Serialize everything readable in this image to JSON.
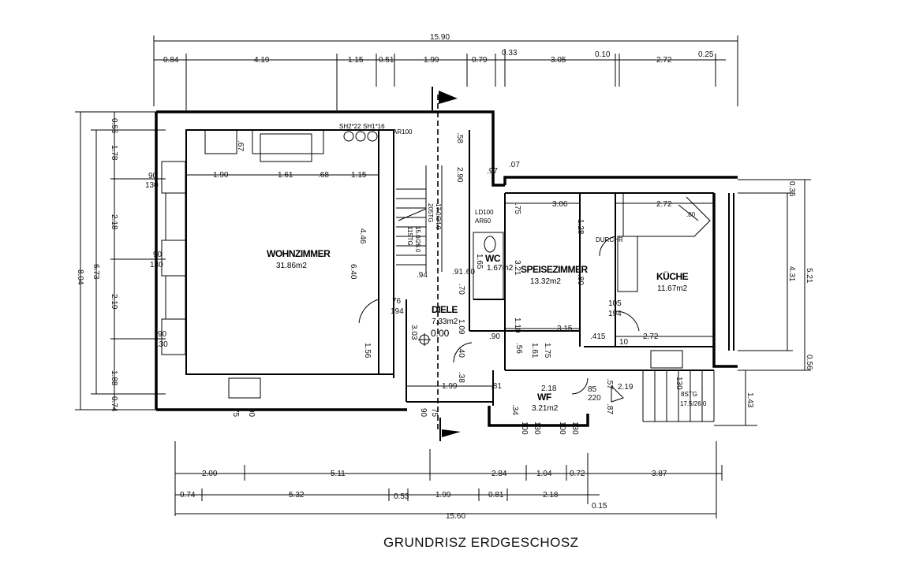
{
  "title": "GRUNDRISZ ERDGESCHOSZ",
  "rooms": {
    "wohnzimmer": {
      "name": "WOHNZIMMER",
      "area": "31.86m2"
    },
    "diele": {
      "name": "DIELE",
      "area": "7.33m2",
      "level": "0.00"
    },
    "speisezimmer": {
      "name": "SPEISEZIMMER",
      "area": "13.32m2"
    },
    "kueche": {
      "name": "KÜCHE",
      "area": "11.67m2"
    },
    "wc": {
      "name": "WC",
      "area": "1.67m2"
    },
    "wf": {
      "name": "WF",
      "area": "3.21m2"
    }
  },
  "labels": {
    "durchr": "DURCHR",
    "sh2": "SH2*22",
    "sh1": "SH1*16",
    "ar100": "AR100",
    "ld100": "LD100",
    "ar60": "AR60",
    "stairs_a": "17.0/24.0",
    "stairs_b": "15.0/26.0",
    "stairs_c": "8STG",
    "stairs_d": "17.5/26.0",
    "stairs_e": "11STG",
    "stairs_f": "205TG"
  },
  "top_dims": {
    "overall": "15.90",
    "segments": [
      "0.84",
      "4.19",
      "1.15",
      "0.51",
      "1.99",
      "0.79",
      "0.33",
      "3.05",
      "0.10",
      "2.72",
      "0.25"
    ]
  },
  "bottom_dims": {
    "row1": [
      "2.00",
      "5.11",
      "2.84",
      "1.04",
      "0.72",
      "3.87"
    ],
    "row2": [
      "0.74",
      "5.32",
      "0.53",
      "1.99",
      "0.81",
      "2.18",
      "0.15"
    ],
    "overall": "15.60"
  },
  "left_dims": {
    "overall": "8.04",
    "mid": "6.73",
    "segments": [
      "0.56",
      "1.78",
      "2.18",
      "2.19",
      "1.88",
      "0.74"
    ]
  },
  "right_dims": {
    "overall": "5.21",
    "mid": "4.31",
    "segments": [
      "0.35",
      "0.56",
      "1.43"
    ]
  },
  "interior_dims": {
    "d190": "1.90",
    "d161": "1.61",
    "d68": ".68",
    "d115": "1.15",
    "d446": "4.46",
    "d640": "6.40",
    "d156": "1.56",
    "d67": ".67",
    "d306": "3.06",
    "d272": "2.72",
    "d128": "1.28",
    "d321": "3.21",
    "d315": "3.15",
    "d110": "1.10",
    "d415": ".415",
    "d272b": "2.72",
    "d199": "1.99",
    "d218": "2.18",
    "d81": ".81",
    "d90": ".90",
    "d290": "2.90",
    "d58": ".58",
    "d97": ".97",
    "d07": ".07",
    "d75": ".75",
    "d80": ".80",
    "d10": "10",
    "win90a": "90",
    "win130a": "130",
    "win90b": "90",
    "win130b": "130",
    "win90c": "90",
    "win130c": "130",
    "d76": "76",
    "d194": "194",
    "d105": "105",
    "d194b": "194",
    "d220": "220",
    "d85": "85",
    "d100a": "100",
    "d130a": "130",
    "d100b": "100",
    "d130b": "130",
    "d75b": "75",
    "d90b": "90",
    "d90c": "90",
    "d75c": "75",
    "d219": "2.19",
    "d57": ".57",
    "d87": ".87",
    "d130c": "130",
    "d94": ".94",
    "d91": ".91",
    "d60": ".60",
    "d70": ".70",
    "d109": "1.09",
    "d40": ".40",
    "d38": ".38",
    "d303": "3.03",
    "d165": "1.65",
    "d161b": "1.61",
    "d175": "1.75",
    "d56": ".56",
    "d34": ".34"
  }
}
